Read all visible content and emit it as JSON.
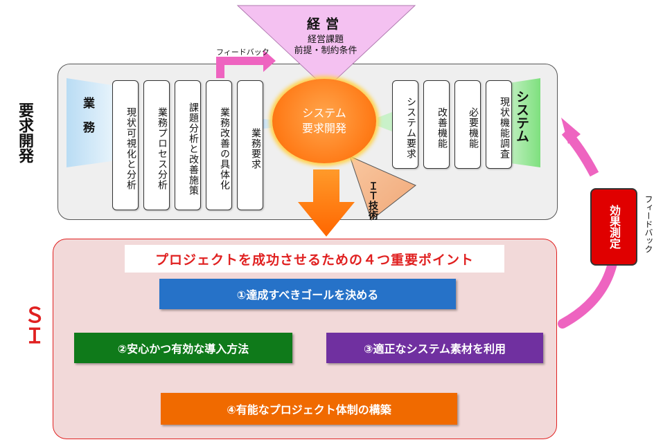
{
  "top": {
    "management_title": "経営",
    "management_sub1": "経営課題",
    "management_sub2": "前提・制約条件",
    "feedback_label": "フィードバック"
  },
  "left_label": "要求開発",
  "business_label": "業務",
  "system_label": "システム",
  "business_boxes": [
    "現状可視化と分析",
    "業務プロセス分析",
    "課題分析と改善施策",
    "業務改善の具体化",
    "業務要求"
  ],
  "system_boxes": [
    "システム要求",
    "改善機能",
    "必要機能",
    "現状機能調査"
  ],
  "center": {
    "line1": "システム",
    "line2": "要求開発"
  },
  "it_label": "ＩＴ技術",
  "si": {
    "label": "ＳＩ",
    "title": "プロジェクトを成功させるための４つ重要ポイント",
    "point1": "①達成すべきゴールを決める",
    "point2": "②安心かつ有効な導入方法",
    "point3": "③適正なシステム素材を利用",
    "point4": "④有能なプロジェクト体制の構築"
  },
  "right": {
    "effect_label": "効果測定",
    "feedback_label": "フィードバック"
  },
  "colors": {
    "blue": "#2672c8",
    "green": "#0f7a1a",
    "purple": "#7030a0",
    "orange": "#f06a00",
    "red": "#e00000",
    "pink": "#e86cc4",
    "yellow": "#ffff33"
  }
}
